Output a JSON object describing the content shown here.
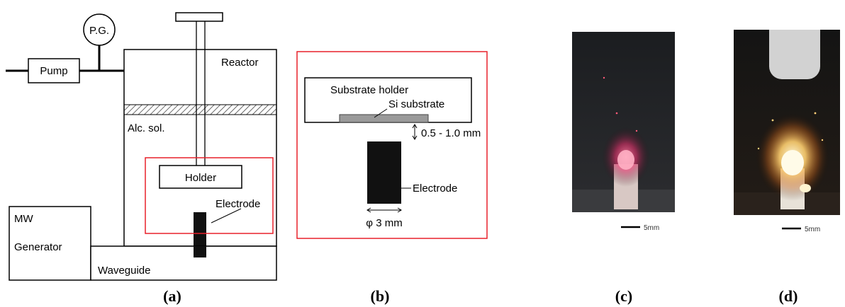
{
  "panel_a": {
    "pump": "Pump",
    "pressure_gauge": "P.G.",
    "reactor": "Reactor",
    "solution": "Alc. sol.",
    "holder": "Holder",
    "electrode": "Electrode",
    "generator_line1": "MW",
    "generator_line2": "Generator",
    "waveguide": "Waveguide"
  },
  "panel_b": {
    "substrate_holder": "Substrate holder",
    "substrate": "Si substrate",
    "gap": "0.5 - 1.0 mm",
    "electrode": "Electrode",
    "diameter": "φ 3 mm"
  },
  "panel_c": {
    "scale_bar": "5mm"
  },
  "panel_d": {
    "scale_bar": "5mm"
  },
  "captions": {
    "a": "(a)",
    "b": "(b)",
    "c": "(c)",
    "d": "(d)"
  },
  "colors": {
    "highlight": "#e8202a",
    "hatch": "#555555",
    "plasma_c": "#ff4f7a",
    "plasma_d": "#ffc060"
  }
}
